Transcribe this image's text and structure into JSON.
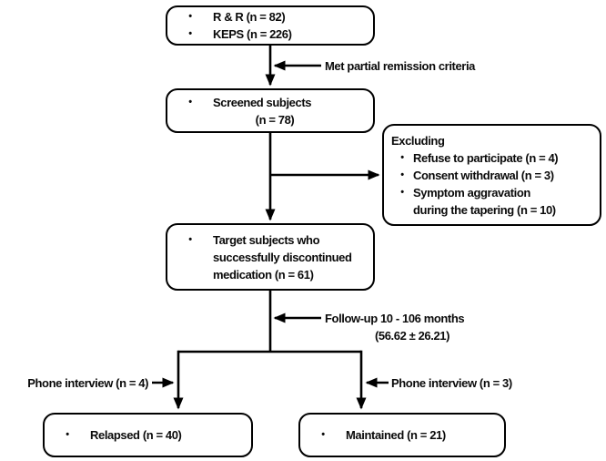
{
  "figure": {
    "glyphs": {
      "bullet": "•"
    },
    "colors": {
      "line": "#000000",
      "background": "#ffffff",
      "text": "#0a0a0a"
    },
    "boxes": {
      "recruitment": {
        "line1": "R & R (n = 82)",
        "line2": "KEPS (n = 226)"
      },
      "screened": {
        "line1": "Screened subjects",
        "line2": "(n = 78)"
      },
      "excluding": {
        "title": "Excluding",
        "item1": "Refuse to participate (n = 4)",
        "item2": "Consent withdrawal (n = 3)",
        "item3_line1": "Symptom aggravation",
        "item3_line2": "during the tapering (n = 10)"
      },
      "target": {
        "line1": "Target subjects who",
        "line2": "successfully discontinued",
        "line3": "medication (n = 61)"
      },
      "relapsed": {
        "line1": "Relapsed (n = 40)"
      },
      "maintained": {
        "line1": "Maintained  (n = 21)"
      }
    },
    "labels": {
      "met_criteria": "Met partial remission criteria",
      "followup_line1": "Follow-up 10 - 106 months",
      "followup_line2": "(56.62 ± 26.21)",
      "phone_left": "Phone interview (n = 4)",
      "phone_right": "Phone interview (n = 3)"
    }
  }
}
